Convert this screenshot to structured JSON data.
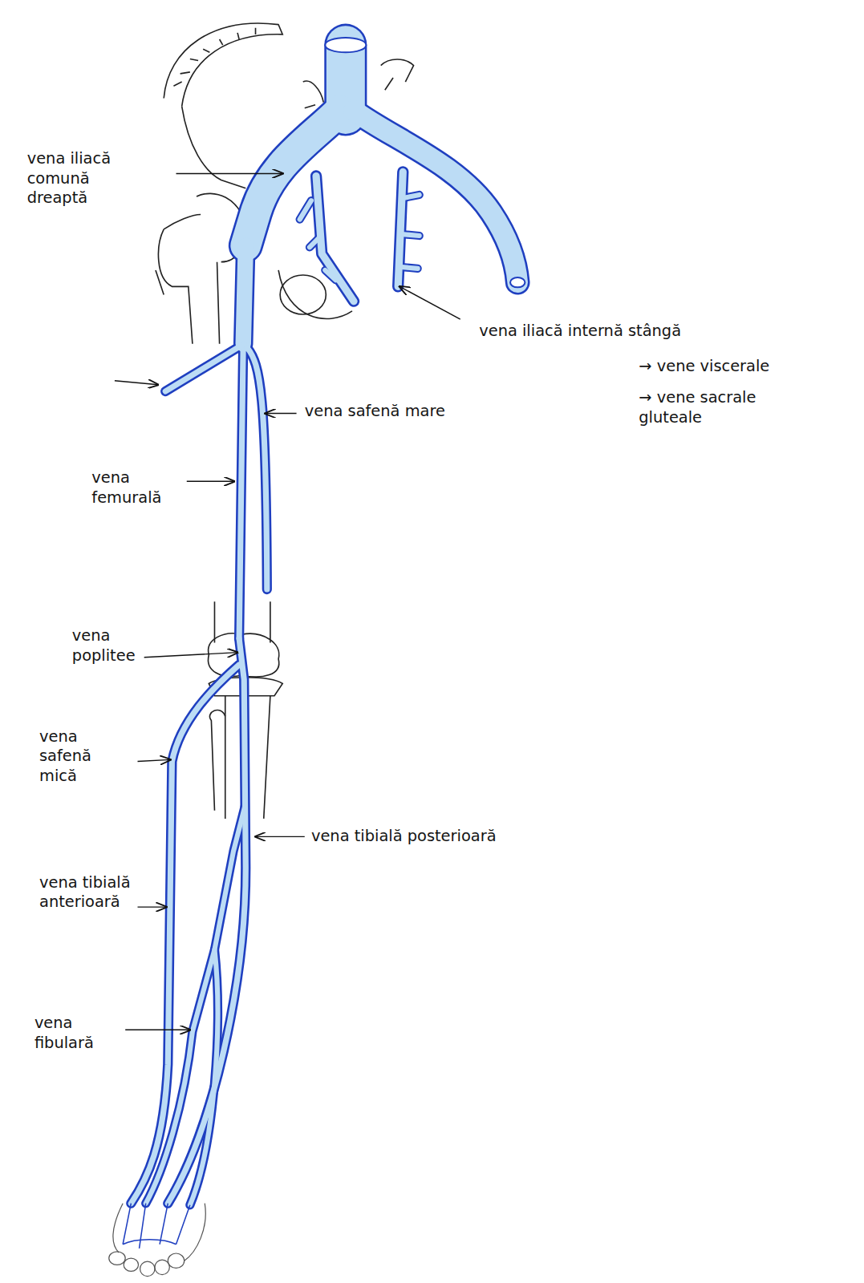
{
  "diagram": {
    "labels": [
      "vena iliacă comună dreaptă",
      "vena iliacă internă stângă",
      "→ vene viscerale",
      "→ vene sacrale gluteale",
      "vena safenă mare",
      "vena femurală",
      "vena poplitee",
      "vena safenă mică",
      "vena tibială posterioară",
      "vena tibială anterioară",
      "vena fibulară"
    ]
  }
}
